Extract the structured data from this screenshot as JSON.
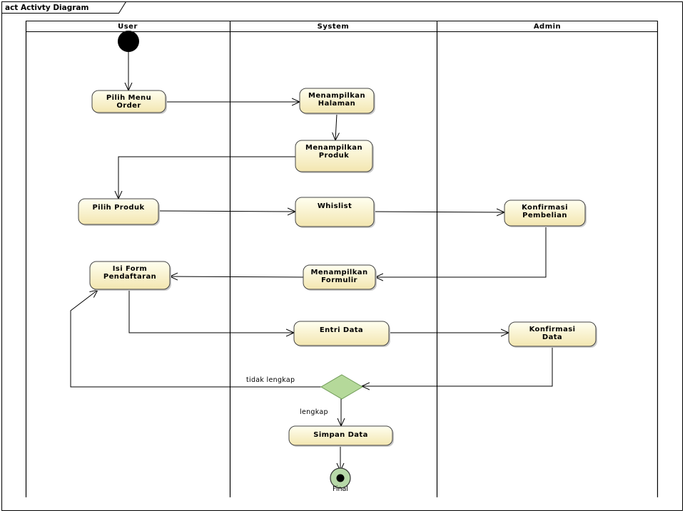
{
  "frame": {
    "title": "act Activty Diagram"
  },
  "lanes": [
    {
      "name": "User"
    },
    {
      "name": "System"
    },
    {
      "name": "Admin"
    }
  ],
  "actions": [
    {
      "id": "pilih-menu-order",
      "lines": [
        "Pilih Menu",
        "Order"
      ]
    },
    {
      "id": "menampilkan-halaman",
      "lines": [
        "Menampilkan",
        "Halaman"
      ]
    },
    {
      "id": "menampilkan-produk",
      "lines": [
        "Menampilkan",
        "Produk"
      ]
    },
    {
      "id": "pilih-produk",
      "lines": [
        "Pilih Produk"
      ]
    },
    {
      "id": "whislist",
      "lines": [
        "Whislist"
      ]
    },
    {
      "id": "konfirmasi-pembelian",
      "lines": [
        "Konfirmasi",
        "Pembelian"
      ]
    },
    {
      "id": "isi-form-pendaftaran",
      "lines": [
        "Isi Form",
        "Pendaftaran"
      ]
    },
    {
      "id": "menampilkan-formulir",
      "lines": [
        "Menampilkan",
        "Formulir"
      ]
    },
    {
      "id": "entri-data",
      "lines": [
        "Entri Data"
      ]
    },
    {
      "id": "konfirmasi-data",
      "lines": [
        "Konfirmasi",
        "Data"
      ]
    },
    {
      "id": "simpan-data",
      "lines": [
        "Simpan Data"
      ]
    }
  ],
  "guards": {
    "tidak_lengkap": "tidak lengkap",
    "lengkap": "lengkap"
  },
  "final_label": "Final",
  "colors": {
    "action_fill_top": "#fffff0",
    "action_fill_bottom": "#f3e6b0",
    "decision_fill": "#b5d99a",
    "decision_stroke": "#6e9a55",
    "final_ring_fill": "#b7d8a8"
  }
}
